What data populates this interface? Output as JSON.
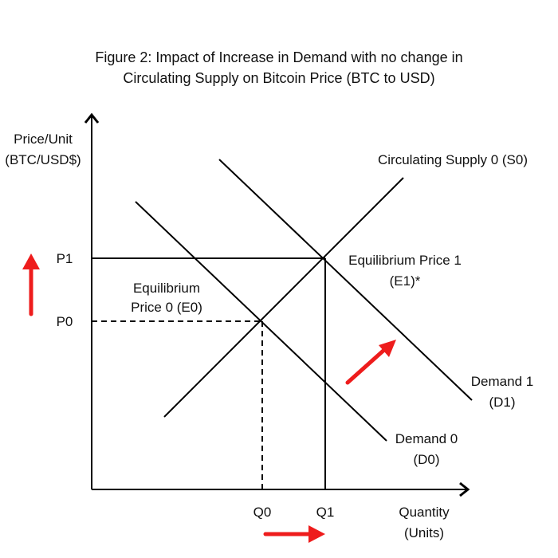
{
  "title": {
    "line1": "Figure 2: Impact of Increase in Demand with no change in",
    "line2": "Circulating Supply on Bitcoin Price (BTC to USD)"
  },
  "axes": {
    "y_label_line1": "Price/Unit",
    "y_label_line2": "(BTC/USD$)",
    "x_label_line1": "Quantity",
    "x_label_line2": "(Units)"
  },
  "ticks": {
    "p1": "P1",
    "p0": "P0",
    "q0": "Q0",
    "q1": "Q1"
  },
  "curves": {
    "supply": "Circulating Supply 0 (S0)",
    "demand1_line1": "Demand 1",
    "demand1_line2": "(D1)",
    "demand0_line1": "Demand 0",
    "demand0_line2": "(D0)"
  },
  "equilibria": {
    "e1_line1": "Equilibrium Price 1",
    "e1_line2": "(E1)*",
    "e0_line1": "Equilibrium",
    "e0_line2": "Price 0 (E0)"
  },
  "colors": {
    "line": "#000000",
    "arrow": "#ee1c1c",
    "text": "#111111"
  }
}
